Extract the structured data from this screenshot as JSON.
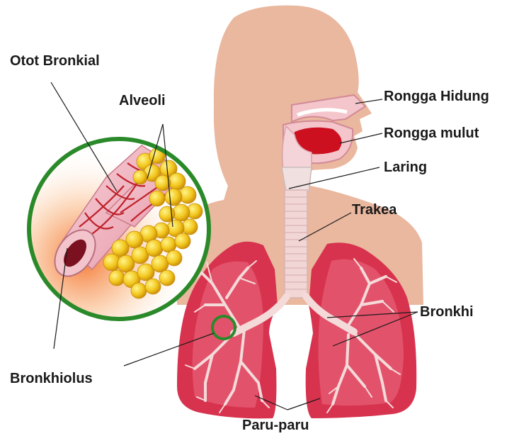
{
  "labels": {
    "otot_bronkial": "Otot Bronkial",
    "alveoli": "Alveoli",
    "rongga_hidung": "Rongga Hidung",
    "rongga_mulut": "Rongga mulut",
    "laring": "Laring",
    "trakea": "Trakea",
    "bronkhi": "Bronkhi",
    "bronkhiolus": "Bronkhiolus",
    "paru_paru": "Paru-paru"
  },
  "colors": {
    "skin": "#eab79f",
    "lung": "#d8334e",
    "lung_light": "#f0a0ac",
    "trachea": "#f2d6d6",
    "mouth_red": "#cc1020",
    "alveoli": "#f2c61c",
    "magnifier_ring": "#2a8a2a",
    "bronchiole_pink": "#f2b8c2",
    "bronchial_muscle": "#c0202a"
  }
}
